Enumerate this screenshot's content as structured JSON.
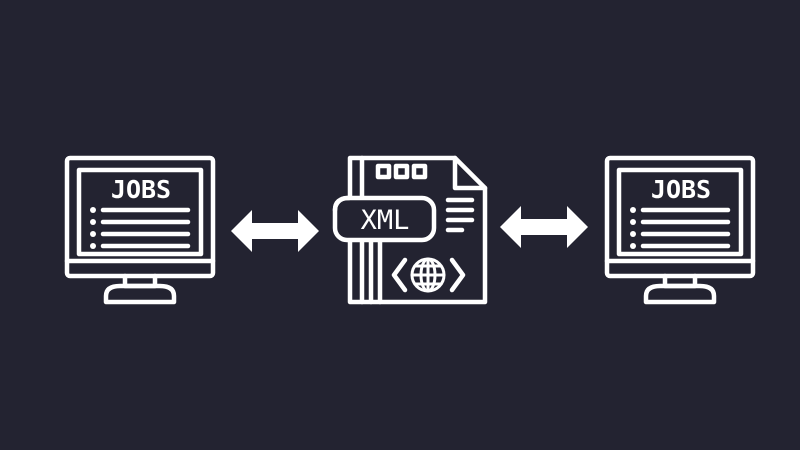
{
  "colors": {
    "background": "#232331",
    "foreground": "#ffffff"
  },
  "left_monitor": {
    "title": "JOBS",
    "icon": "monitor-icon"
  },
  "xml_document": {
    "badge": "XML",
    "icon": "xml-file-icon",
    "globe_icon": "globe-icon"
  },
  "right_monitor": {
    "title": "JOBS",
    "icon": "monitor-icon"
  },
  "connectors": [
    {
      "icon": "double-arrow-icon"
    },
    {
      "icon": "double-arrow-icon"
    }
  ]
}
